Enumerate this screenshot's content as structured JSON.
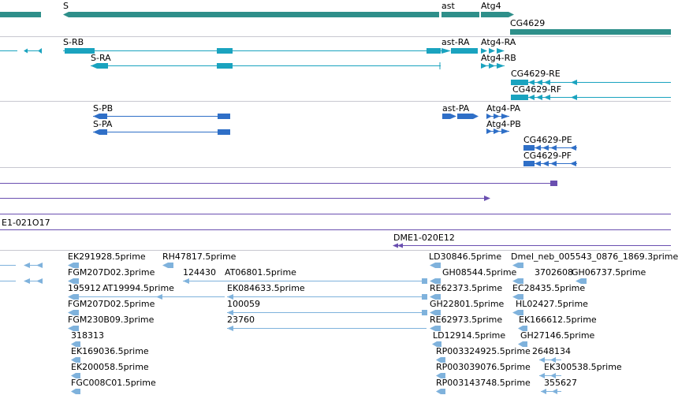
{
  "colors": {
    "gene": "#2e8f8a",
    "transcript": "#1aa3bf",
    "cds": "#2f6fc7",
    "clone": "#6a4fb0",
    "est": "#7fb2dc",
    "divider": "#c8c8d0"
  },
  "genes": {
    "s": "S",
    "ast": "ast",
    "atg4": "Atg4",
    "cg4629": "CG4629"
  },
  "transcripts": {
    "s_rb": "S-RB",
    "s_ra": "S-RA",
    "ast_ra": "ast-RA",
    "atg4_ra": "Atg4-RA",
    "atg4_rb": "Atg4-RB",
    "cg4629_re": "CG4629-RE",
    "cg4629_rf": "CG4629-RF"
  },
  "proteins": {
    "s_pb": "S-PB",
    "s_pa": "S-PA",
    "ast_pa": "ast-PA",
    "atg4_pa": "Atg4-PA",
    "atg4_pb": "Atg4-PB",
    "cg4629_pe": "CG4629-PE",
    "cg4629_pf": "CG4629-PF"
  },
  "clones": {
    "c1": "E1-021O17",
    "c2": "DME1-020E12"
  },
  "ests": [
    "EK291928.5prime",
    "RH47817.5prime",
    "LD30846.5prime",
    "Dmel_neb_005543_0876_1869.3prime",
    "FGM207D02.3prime",
    "124430",
    "AT06801.5prime",
    "GH08544.5prime",
    "3702608",
    "GH06737.5prime",
    "195912",
    "AT19994.5prime",
    "EK084633.5prime",
    "RE62373.5prime",
    "EC28435.5prime",
    "FGM207D02.5prime",
    "100059",
    "GH22801.5prime",
    "HL02427.5prime",
    "FGM230B09.3prime",
    "23760",
    "RE62973.5prime",
    "EK166612.5prime",
    "318313",
    "LD12914.5prime",
    "GH27146.5prime",
    "EK169036.5prime",
    "RP003324925.5prime",
    "2648134",
    "EK200058.5prime",
    "RP003039076.5prime",
    "EK300538.5prime",
    "FGC008C01.5prime",
    "RP003143748.5prime",
    "355627"
  ]
}
